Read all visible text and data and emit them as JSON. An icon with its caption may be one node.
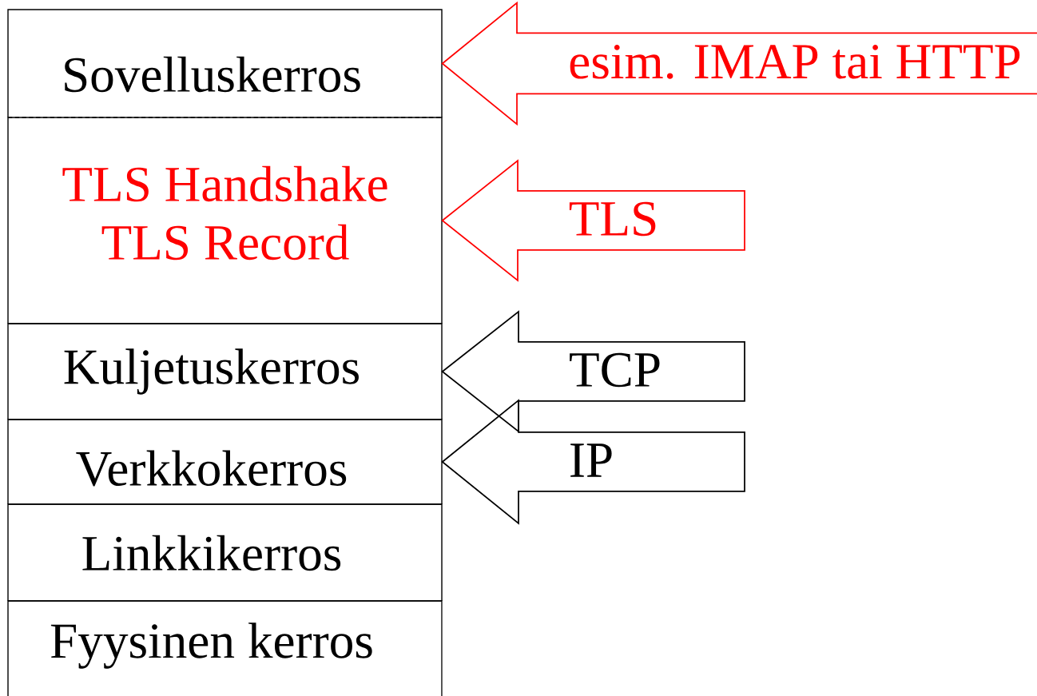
{
  "diagram": {
    "nodes": [
      {
        "text": [
          "Sovelluskerros"
        ]
      },
      {
        "text": [
          "TLS Handshake",
          "TLS Record"
        ]
      },
      {
        "text": [
          "Kuljetuskerros"
        ]
      },
      {
        "text": [
          "Verkkokerros"
        ]
      },
      {
        "text": [
          "Linkkikerros"
        ]
      },
      {
        "text": [
          "Fyysinen kerros"
        ]
      }
    ],
    "edges": [
      {
        "from": null,
        "to": 0,
        "arrow": "to",
        "label": "esim. IMAP tai HTTP",
        "color": "#ff0000"
      },
      {
        "from": null,
        "to": 1,
        "arrow": "to",
        "label": "TLS",
        "color": "#ff0000"
      },
      {
        "from": null,
        "to": 2,
        "arrow": "to",
        "label": "TCP"
      },
      {
        "from": null,
        "to": 3,
        "arrow": "to",
        "label": "IP"
      }
    ]
  }
}
